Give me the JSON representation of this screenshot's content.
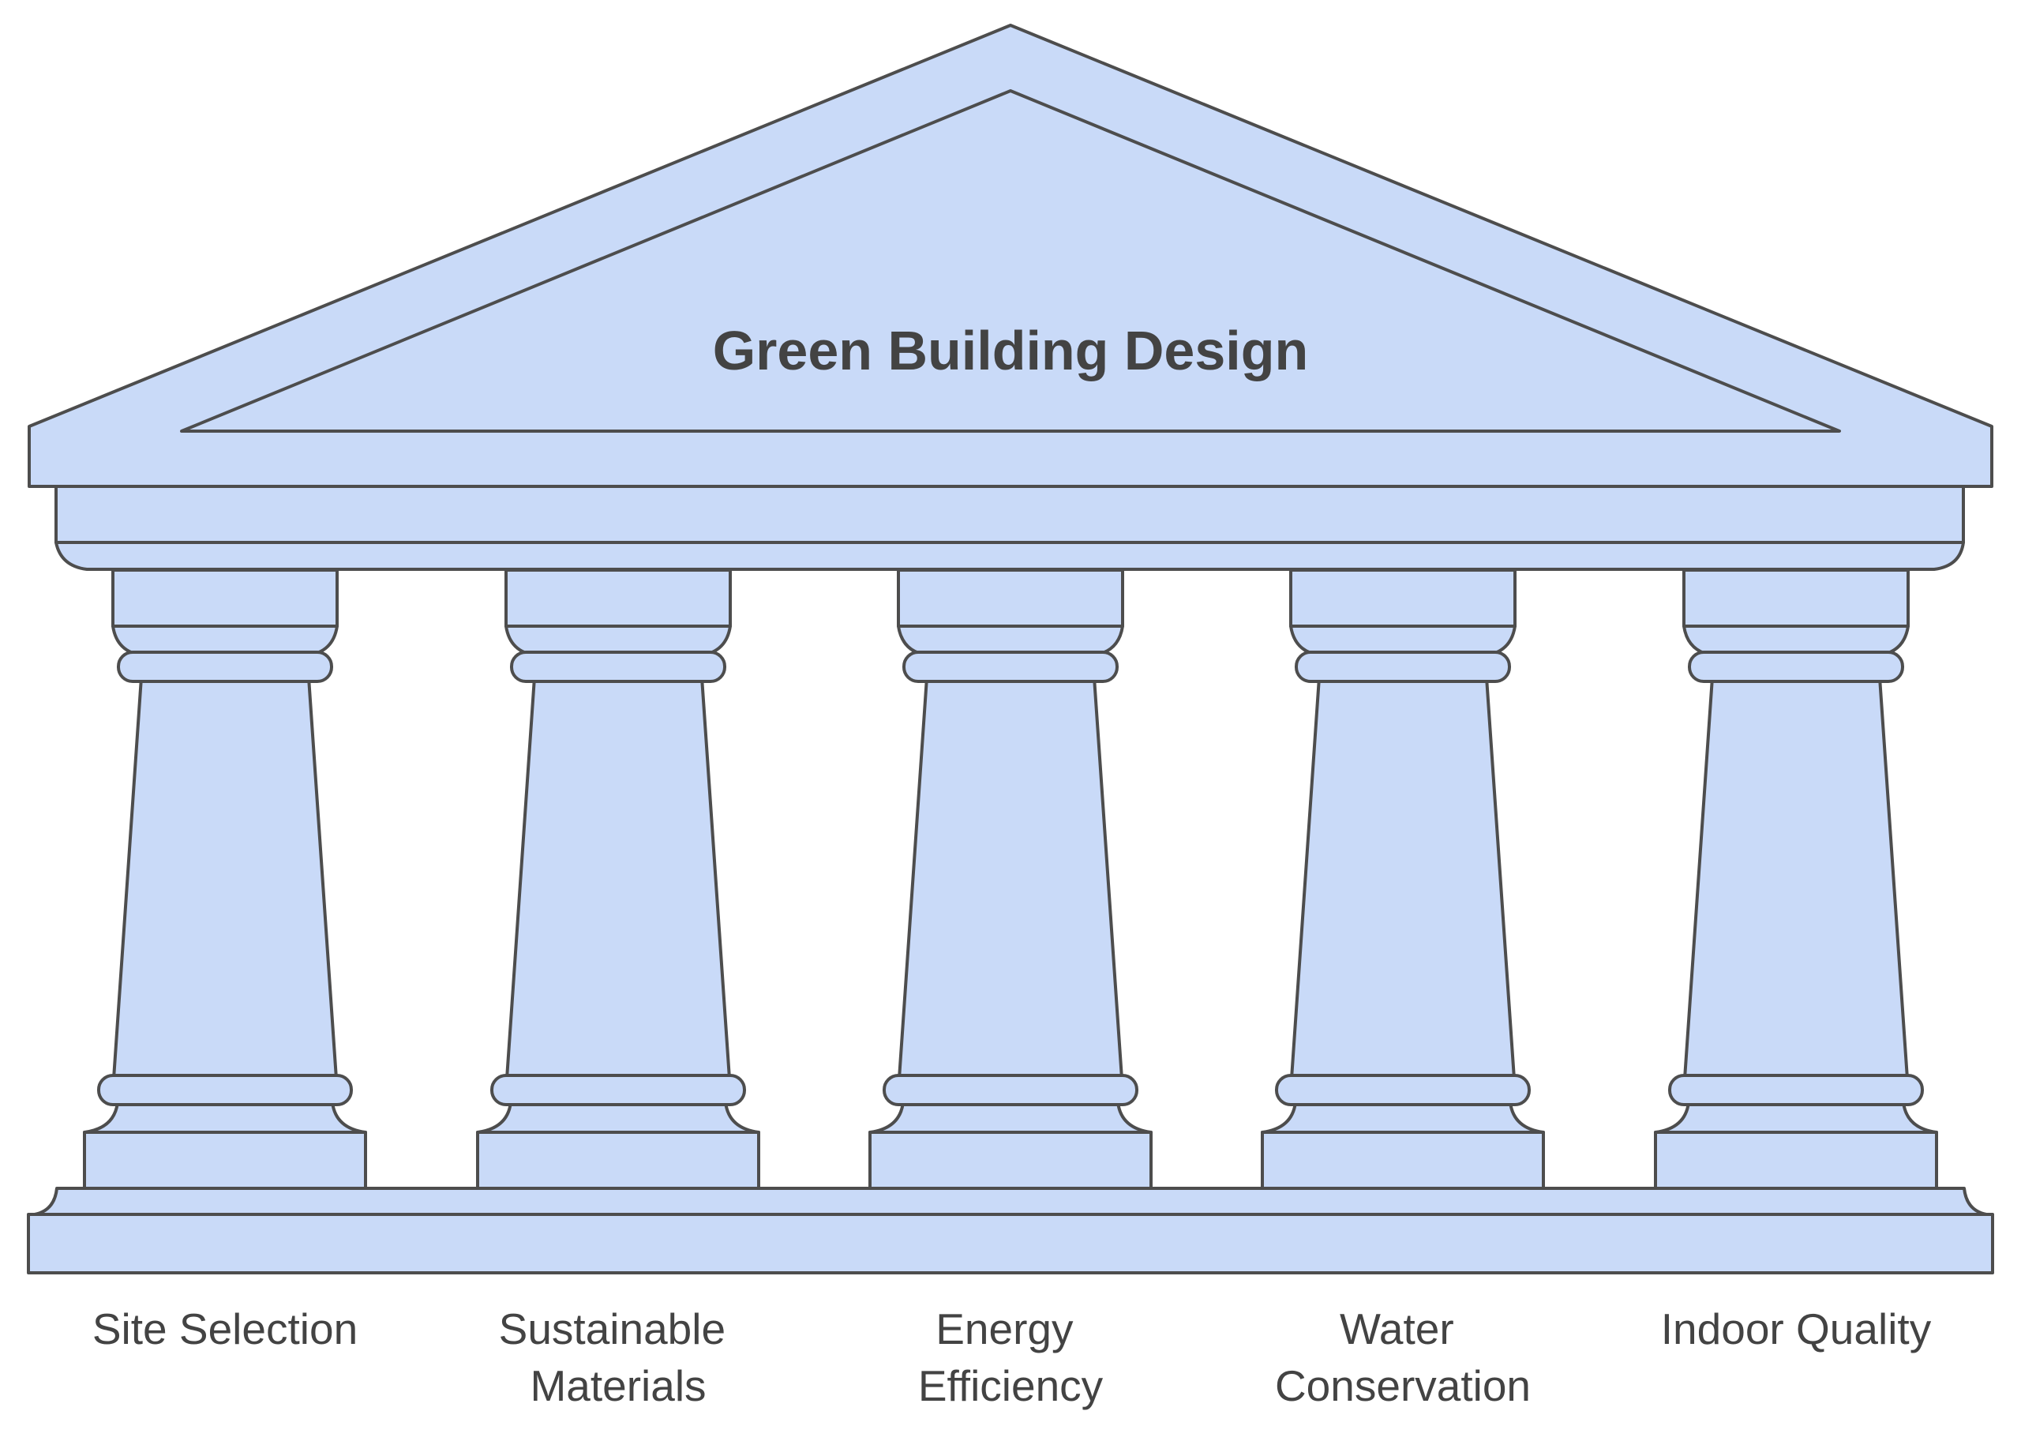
{
  "diagram": {
    "title": "Green Building Design",
    "colors": {
      "fill": "#c9daf8",
      "stroke": "#4d4d4d",
      "text": "#434343",
      "bg": "#ffffff"
    },
    "pillars": [
      {
        "label_line1": "Site Selection",
        "label_line2": ""
      },
      {
        "label_line1": "Sustainable",
        "label_line2": "Materials"
      },
      {
        "label_line1": "Energy",
        "label_line2": "Efficiency"
      },
      {
        "label_line1": "Water",
        "label_line2": "Conservation"
      },
      {
        "label_line1": "Indoor Quality",
        "label_line2": ""
      }
    ]
  }
}
